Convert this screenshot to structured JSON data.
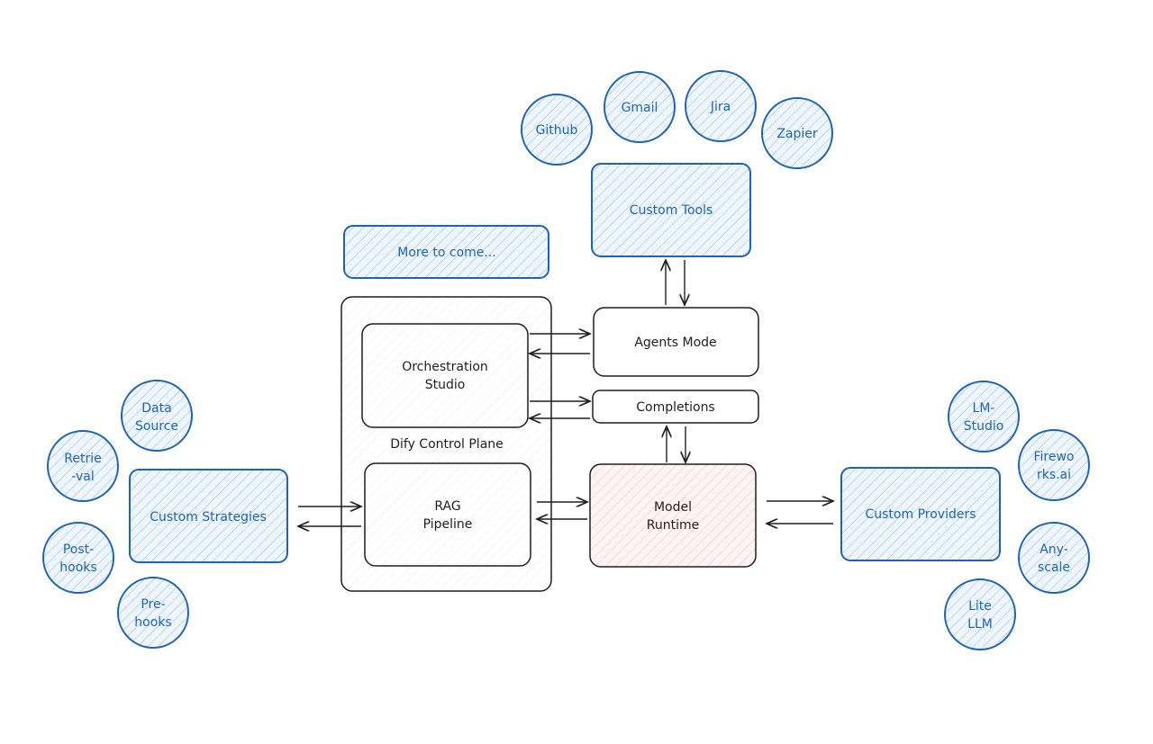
{
  "colors": {
    "accent_blue": "#1e64b4",
    "blue_fill": "#dbe9f8",
    "red_fill": "#f6d6d6",
    "outline_black": "#1e1e1e"
  },
  "tool_bubbles": [
    "Github",
    "Gmail",
    "Jira",
    "Zapier"
  ],
  "custom_tools": "Custom Tools",
  "more_to_come": "More to come...",
  "control_plane": {
    "label": "Dify Control Plane",
    "orchestration": [
      "Orchestration",
      "Studio"
    ],
    "rag": [
      "RAG",
      "Pipeline"
    ]
  },
  "agents_mode": "Agents Mode",
  "completions": "Completions",
  "model_runtime": [
    "Model",
    "Runtime"
  ],
  "custom_strategies": "Custom Strategies",
  "strategy_bubbles": [
    [
      "Data",
      "Source"
    ],
    [
      "Retrie",
      "-val"
    ],
    [
      "Post-",
      "hooks"
    ],
    [
      "Pre-",
      "hooks"
    ]
  ],
  "custom_providers": "Custom Providers",
  "provider_bubbles": [
    [
      "LM-",
      "Studio"
    ],
    [
      "Firewo",
      "rks.ai"
    ],
    [
      "Any-",
      "scale"
    ],
    [
      "Lite",
      "LLM"
    ]
  ]
}
